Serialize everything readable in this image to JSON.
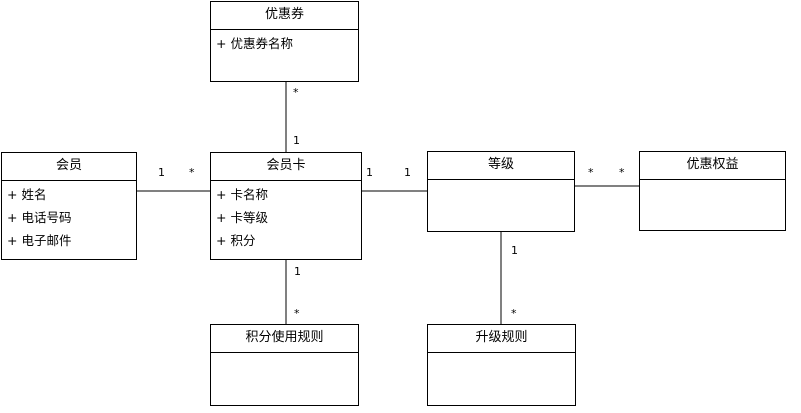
{
  "classes": {
    "coupon": {
      "name": "优惠券",
      "attributes": [
        "+ 优惠券名称"
      ]
    },
    "member": {
      "name": "会员",
      "attributes": [
        "+ 姓名",
        "+ 电话号码",
        "+ 电子邮件"
      ]
    },
    "member_card": {
      "name": "会员卡",
      "attributes": [
        "+ 卡名称",
        "+ 卡等级",
        "+ 积分"
      ]
    },
    "level": {
      "name": "等级",
      "attributes": []
    },
    "benefit": {
      "name": "优惠权益",
      "attributes": []
    },
    "points_rule": {
      "name": "积分使用规则",
      "attributes": []
    },
    "upgrade_rule": {
      "name": "升级规则",
      "attributes": []
    }
  },
  "associations": {
    "coupon_card": {
      "coupon_end": "*",
      "card_end": "1"
    },
    "member_card": {
      "member_end": "1",
      "card_end": "*"
    },
    "card_level": {
      "card_end": "1",
      "level_end": "1"
    },
    "level_benefit": {
      "level_end": "*",
      "benefit_end": "*"
    },
    "card_points_rule": {
      "card_end": "1",
      "rule_end": "*"
    },
    "level_upgrade_rule": {
      "level_end": "1",
      "rule_end": "*"
    }
  }
}
